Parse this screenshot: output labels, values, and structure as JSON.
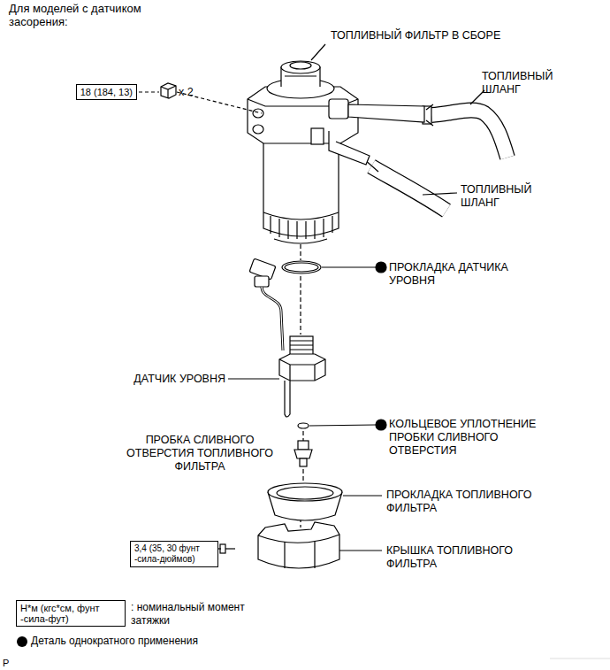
{
  "diagram": {
    "title": "Для моделей с датчиком засорения:",
    "nodes": [
      {
        "text": [
          "18 (184, 13)"
        ]
      },
      {
        "text": [
          "3,4 (35, 30 фунт -сила-дюймов)"
        ]
      },
      {
        "text": [
          "Н*м (кгс*см, фунт -сила-фут)"
        ]
      }
    ],
    "labels": [
      "ТОПЛИВНЫЙ ФИЛЬТР В СБОРЕ",
      "x 2",
      "ТОПЛИВНЫЙ ШЛАНГ",
      "ТОПЛИВНЫЙ ШЛАНГ",
      "ПРОКЛАДКА ДАТЧИКА УРОВНЯ",
      "ДАТЧИК УРОВНЯ",
      "КОЛЬЦЕВОЕ УПЛОТНЕНИЕ ПРОБКИ СЛИВНОГО ОТВЕРСТИЯ",
      "ПРОБКА СЛИВНОГО ОТВЕРСТИЯ ТОПЛИВНОГО ФИЛЬТРА",
      "ПРОКЛАДКА ТОПЛИВНОГО ФИЛЬТРА",
      "КРЫШКА ТОПЛИВНОГО ФИЛЬТРА",
      "P"
    ],
    "legend": [
      {
        "text": ": номинальный момент затяжки"
      },
      {
        "text": "Деталь однократного применения"
      }
    ]
  }
}
